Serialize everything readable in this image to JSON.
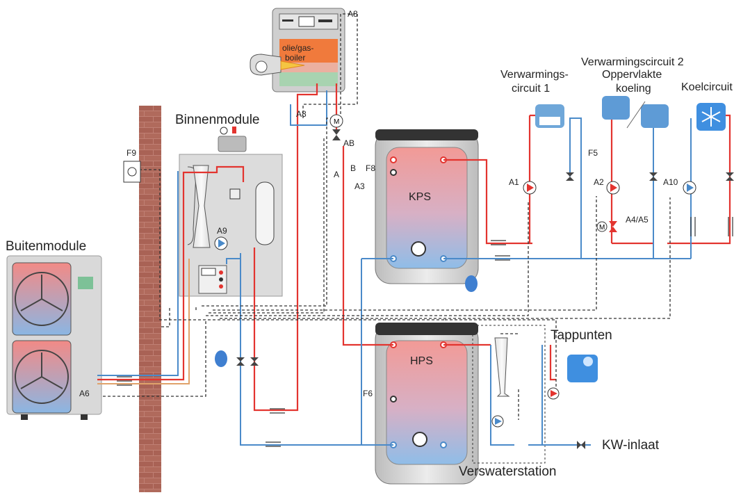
{
  "labels": {
    "boiler": "olie/gas-boiler",
    "boiler_line1": "olie/gas-",
    "boiler_line2": "boiler",
    "a8_top": "A8",
    "a8_mixer": "A8",
    "binnenmodule": "Binnenmodule",
    "buitenmodule": "Buitenmodule",
    "f9": "F9",
    "a9": "A9",
    "a6": "A6",
    "ab": "AB",
    "a": "A",
    "b": "B",
    "f8": "F8",
    "a3": "A3",
    "kps": "KPS",
    "hps": "HPS",
    "f6": "F6",
    "f5": "F5",
    "a1": "A1",
    "a2": "A2",
    "a10": "A10",
    "a4a5": "A4/A5",
    "vc1_line1": "Verwarmings-",
    "vc1_line2": "circuit 1",
    "vc2": "Verwarmingscircuit 2",
    "ok_line1": "Oppervlakte",
    "ok_line2": "koeling",
    "koel": "Koelcircuit",
    "tappunten": "Tappunten",
    "verswaterstation": "Verswaterstation",
    "kw": "KW-inlaat"
  },
  "colors": {
    "hot": "#e3342f",
    "cold": "#4a8ac9",
    "dashed": "#333333",
    "wall": "#b46a5e",
    "tank_hot": "#f2a3a0",
    "tank_cold": "#9fc4e8",
    "boiler_fire": "#f07a3c"
  }
}
